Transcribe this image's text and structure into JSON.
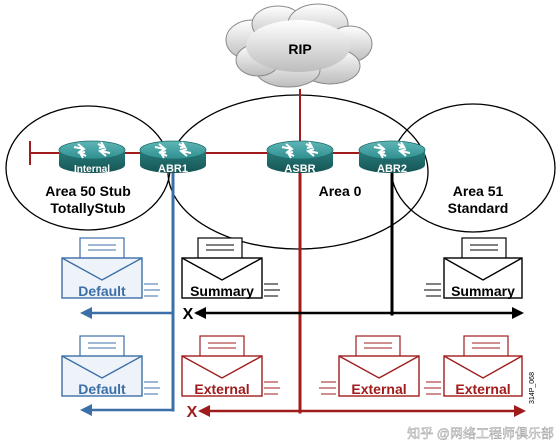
{
  "cloud": {
    "label": "RIP"
  },
  "routers": {
    "internal": "Internal",
    "abr1": "ABR1",
    "asbr": "ASBR",
    "abr2": "ABR2"
  },
  "areas": {
    "area50_line1": "Area 50 Stub",
    "area50_line2": "TotallyStub",
    "area0": "Area 0",
    "area51_line1": "Area 51",
    "area51_line2": "Standard"
  },
  "envelopes": {
    "default_1": "Default",
    "default_2": "Default",
    "summary_1": "Summary",
    "summary_2": "Summary",
    "external_1": "External",
    "external_2": "External",
    "external_3": "External"
  },
  "block_marks": {
    "summary_block": "X",
    "external_block": "X"
  },
  "figure_code": "314P_068",
  "watermark": "知乎 @网络工程师俱乐部",
  "colors": {
    "blue": "#3b6fa8",
    "red": "#a01c1c",
    "black": "#000000",
    "router_teal": "#2d8a8a"
  }
}
